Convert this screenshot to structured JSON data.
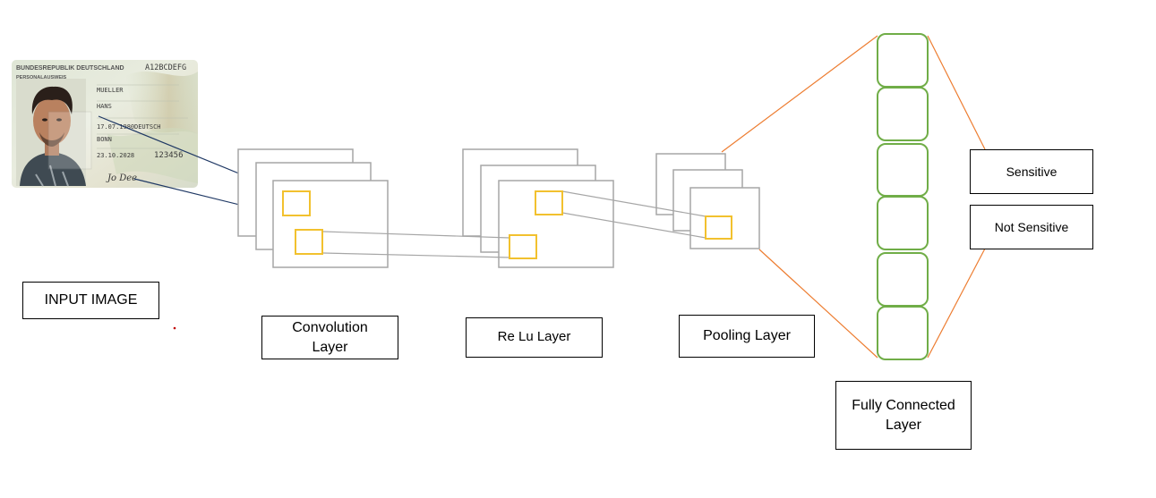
{
  "id_card": {
    "header": "BUNDESREPUBLIK DEUTSCHLAND",
    "doc_number": "A12BCDEFG",
    "doc_type": "PERSONALAUSWEIS",
    "surname": "MUELLER",
    "given_name": "HANS",
    "birth": "17.07.1980",
    "nationality": "DEUTSCH",
    "place": "BONN",
    "expiry": "23.10.2028",
    "can": "123456",
    "signature": "Jo Dee"
  },
  "labels": {
    "input_image": "INPUT IMAGE",
    "convolution": "Convolution Layer",
    "relu": "Re Lu Layer",
    "pooling": "Pooling Layer",
    "fully_connected": "Fully Connected Layer",
    "sensitive": "Sensitive",
    "not_sensitive": "Not Sensitive"
  },
  "colors": {
    "feature_map_border": "#a6a6a6",
    "kernel_window": "#f2c12e",
    "fc_node": "#70ad47",
    "fc_fan_line": "#ed7d31",
    "input_connector": "#1f3864",
    "map_connector": "#a6a6a6"
  }
}
